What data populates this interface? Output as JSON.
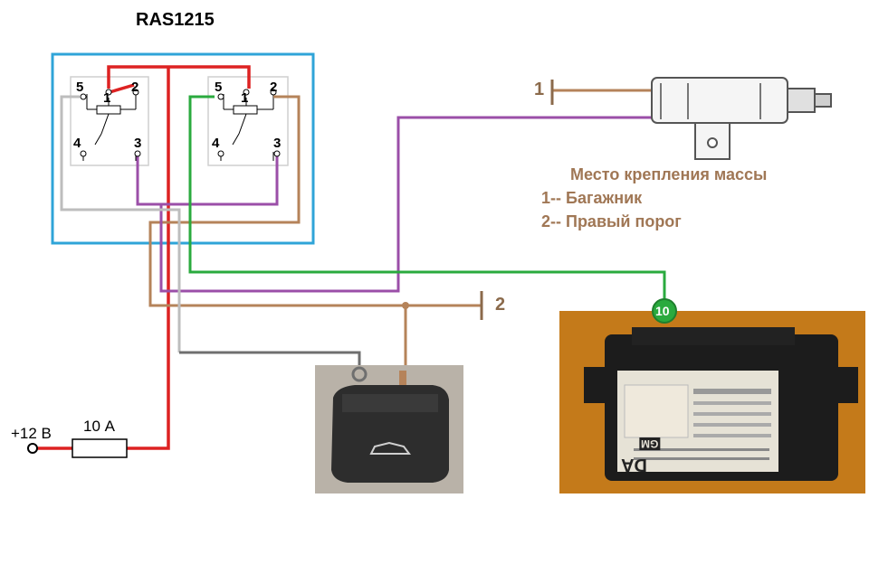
{
  "title": "RAS1215",
  "relay_left_pins": {
    "p5": "5",
    "p1": "1",
    "p2": "2",
    "p4": "4",
    "p3": "3"
  },
  "relay_right_pins": {
    "p5": "5",
    "p1": "1",
    "p2": "2",
    "p4": "4",
    "p3": "3"
  },
  "ground_labels": {
    "g1": "1",
    "g2": "2"
  },
  "legend": {
    "heading": "Место крепления массы",
    "item1": "1-- Багажник",
    "item2": "2-- Правый порог"
  },
  "supply_label": "+12 В",
  "fuse_label": "10 А",
  "connector_pin": "10",
  "module_labels": {
    "brand": "DA",
    "code": "GM"
  },
  "colors": {
    "enclosure": "#2fa4d8",
    "red": "#dd2222",
    "brown": "#b5835a",
    "purple": "#9b4fa8",
    "green": "#2aaa3e",
    "gray": "#b8b8b8",
    "darkgray": "#6f6f6f",
    "legend_text": "#a07755"
  }
}
